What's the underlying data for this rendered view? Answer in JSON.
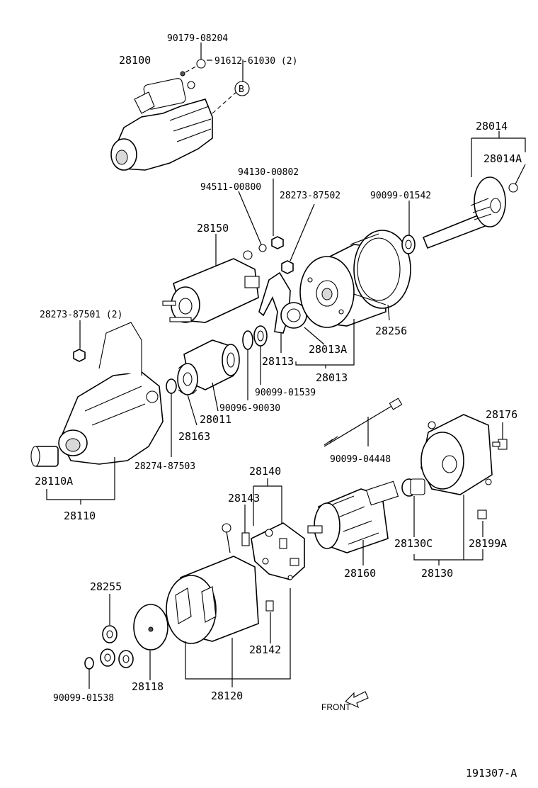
{
  "labels": {
    "p90179_08204": "90179-08204",
    "p28100": "28100",
    "p91612_61030": "91612-61030 (2)",
    "ref_b": "B",
    "p28014": "28014",
    "p28014a": "28014A",
    "p94130_00802": "94130-00802",
    "p94511_00800": "94511-00800",
    "p28273_87502": "28273-87502",
    "p90099_01542": "90099-01542",
    "p28150": "28150",
    "p28256": "28256",
    "p28273_87501": "28273-87501 (2)",
    "p28013a": "28013A",
    "p28113": "28113",
    "p28013": "28013",
    "p90099_01539": "90099-01539",
    "p90096_90030": "90096-90030",
    "p28011": "28011",
    "p28163": "28163",
    "p28274_87503": "28274-87503",
    "p90099_04448": "90099-04448",
    "p28176": "28176",
    "p28110a": "28110A",
    "p28110": "28110",
    "p28140": "28140",
    "p28143": "28143",
    "p28130c": "28130C",
    "p28199a": "28199A",
    "p28130": "28130",
    "p28160": "28160",
    "p28255": "28255",
    "p28142": "28142",
    "p28118": "28118",
    "p28120": "28120",
    "p90099_01538": "90099-01538",
    "front": "FRONT",
    "diagram_id": "191307-A"
  }
}
